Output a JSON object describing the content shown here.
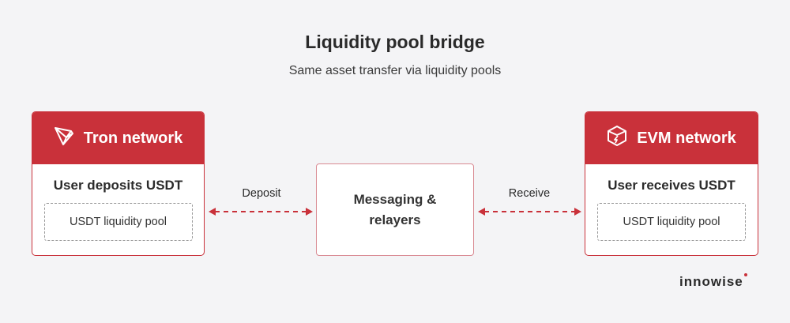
{
  "header": {
    "title": "Liquidity pool bridge",
    "subtitle": "Same asset transfer via liquidity pools"
  },
  "source": {
    "network": "Tron network",
    "icon": "tron-icon",
    "action": "User deposits USDT",
    "pool": "USDT liquidity pool"
  },
  "middle": {
    "line1": "Messaging &",
    "line2": "relayers"
  },
  "arrows": {
    "left_label": "Deposit",
    "right_label": "Receive"
  },
  "destination": {
    "network": "EVM network",
    "icon": "evm-icon",
    "action": "User receives USDT",
    "pool": "USDT liquidity pool"
  },
  "brand": {
    "name": "innowise"
  },
  "colors": {
    "accent": "#c9313a",
    "background": "#f4f4f6",
    "middle_border": "#d98a93"
  }
}
